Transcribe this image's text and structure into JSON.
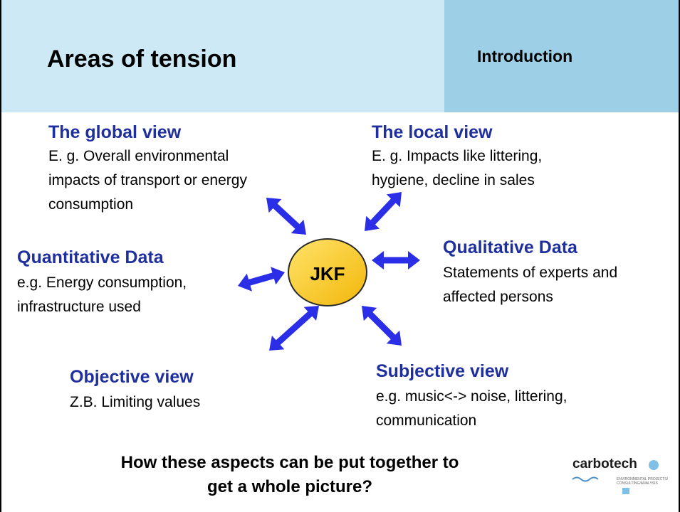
{
  "header": {
    "title": "Areas of tension",
    "section": "Introduction"
  },
  "center": {
    "label": "JKF"
  },
  "views": {
    "global": {
      "heading": "The global view",
      "lines": [
        "E. g. Overall environmental",
        "impacts of transport or energy",
        "consumption"
      ]
    },
    "local": {
      "heading": "The local view",
      "lines": [
        "E. g. Impacts like littering,",
        "hygiene, decline in sales"
      ]
    },
    "quantitative": {
      "heading": "Quantitative Data",
      "lines": [
        "e.g. Energy consumption,",
        "infrastructure used"
      ]
    },
    "qualitative": {
      "heading": "Qualitative Data",
      "lines": [
        "Statements of experts and",
        "affected persons"
      ]
    },
    "objective": {
      "heading": "Objective view",
      "lines": [
        "Z.B. Limiting values"
      ]
    },
    "subjective": {
      "heading": "Subjective view",
      "lines": [
        "e.g. music<-> noise, littering,",
        "communication"
      ]
    }
  },
  "question": {
    "lines": [
      "How these aspects can be put together to",
      "get a whole picture?"
    ]
  },
  "logo": {
    "wordmark": "carbotech",
    "tagline": "ENVIRONMENTAL PROJECTS/ CONSULTING/ANALYSIS"
  },
  "colors": {
    "header_light": "#cde9f5",
    "header_dark": "#9dcfe6",
    "heading_blue": "#1f2f9e",
    "arrow_blue": "#2a2ee6",
    "center_fill": "#ffd23f"
  }
}
